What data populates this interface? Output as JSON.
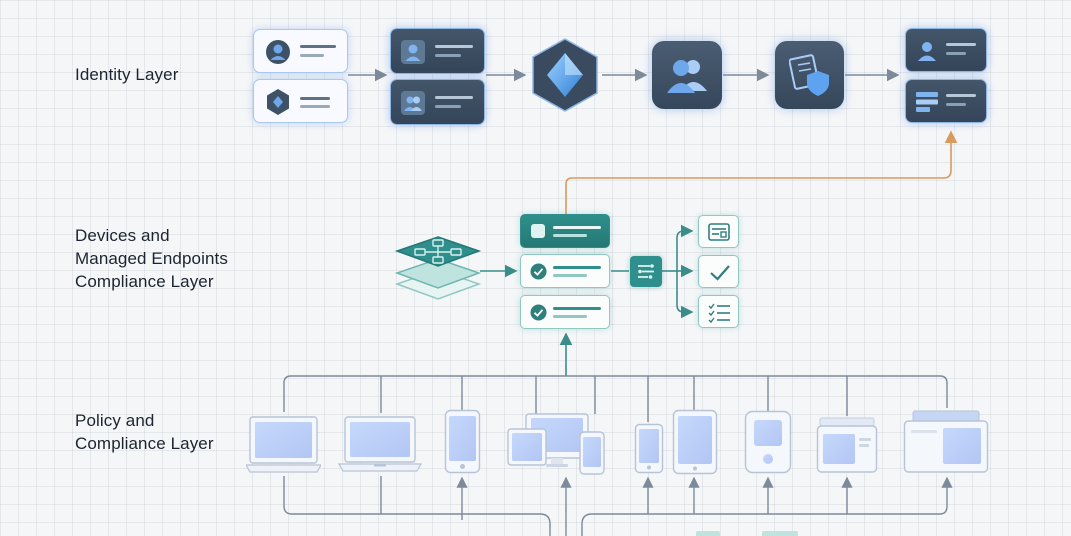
{
  "layers": [
    {
      "id": "identity",
      "label": "Identity Layer"
    },
    {
      "id": "devices",
      "label": "Devices and\nManaged Endpoints\nCompliance Layer"
    },
    {
      "id": "policy",
      "label": "Policy and\nCompliance Layer"
    }
  ],
  "colors": {
    "identity_accent": "#8db5e6",
    "teal_accent": "#2f8f8c",
    "orange_connector": "#d99a5e",
    "gray_connector": "#7c8a99"
  },
  "icons": {
    "identity_row": [
      "user-profile-icon",
      "hexagon-badge-icon",
      "user-card-icon",
      "group-card-icon",
      "azure-diamond-icon",
      "users-group-icon",
      "shield-document-icon",
      "user-stack-icon",
      "server-list-icon"
    ],
    "devices_row": [
      "layer-stack-icon",
      "settings-card-icon",
      "check-card-icon",
      "check-card-icon",
      "flow-filter-icon",
      "panel-icon",
      "checkmark-icon",
      "checklist-icon"
    ],
    "policy_row": [
      "laptop-icon",
      "laptop-icon",
      "phone-icon",
      "multi-device-icon",
      "phone-icon",
      "tablet-icon",
      "handheld-icon",
      "monitor-icon",
      "display-icon"
    ]
  }
}
